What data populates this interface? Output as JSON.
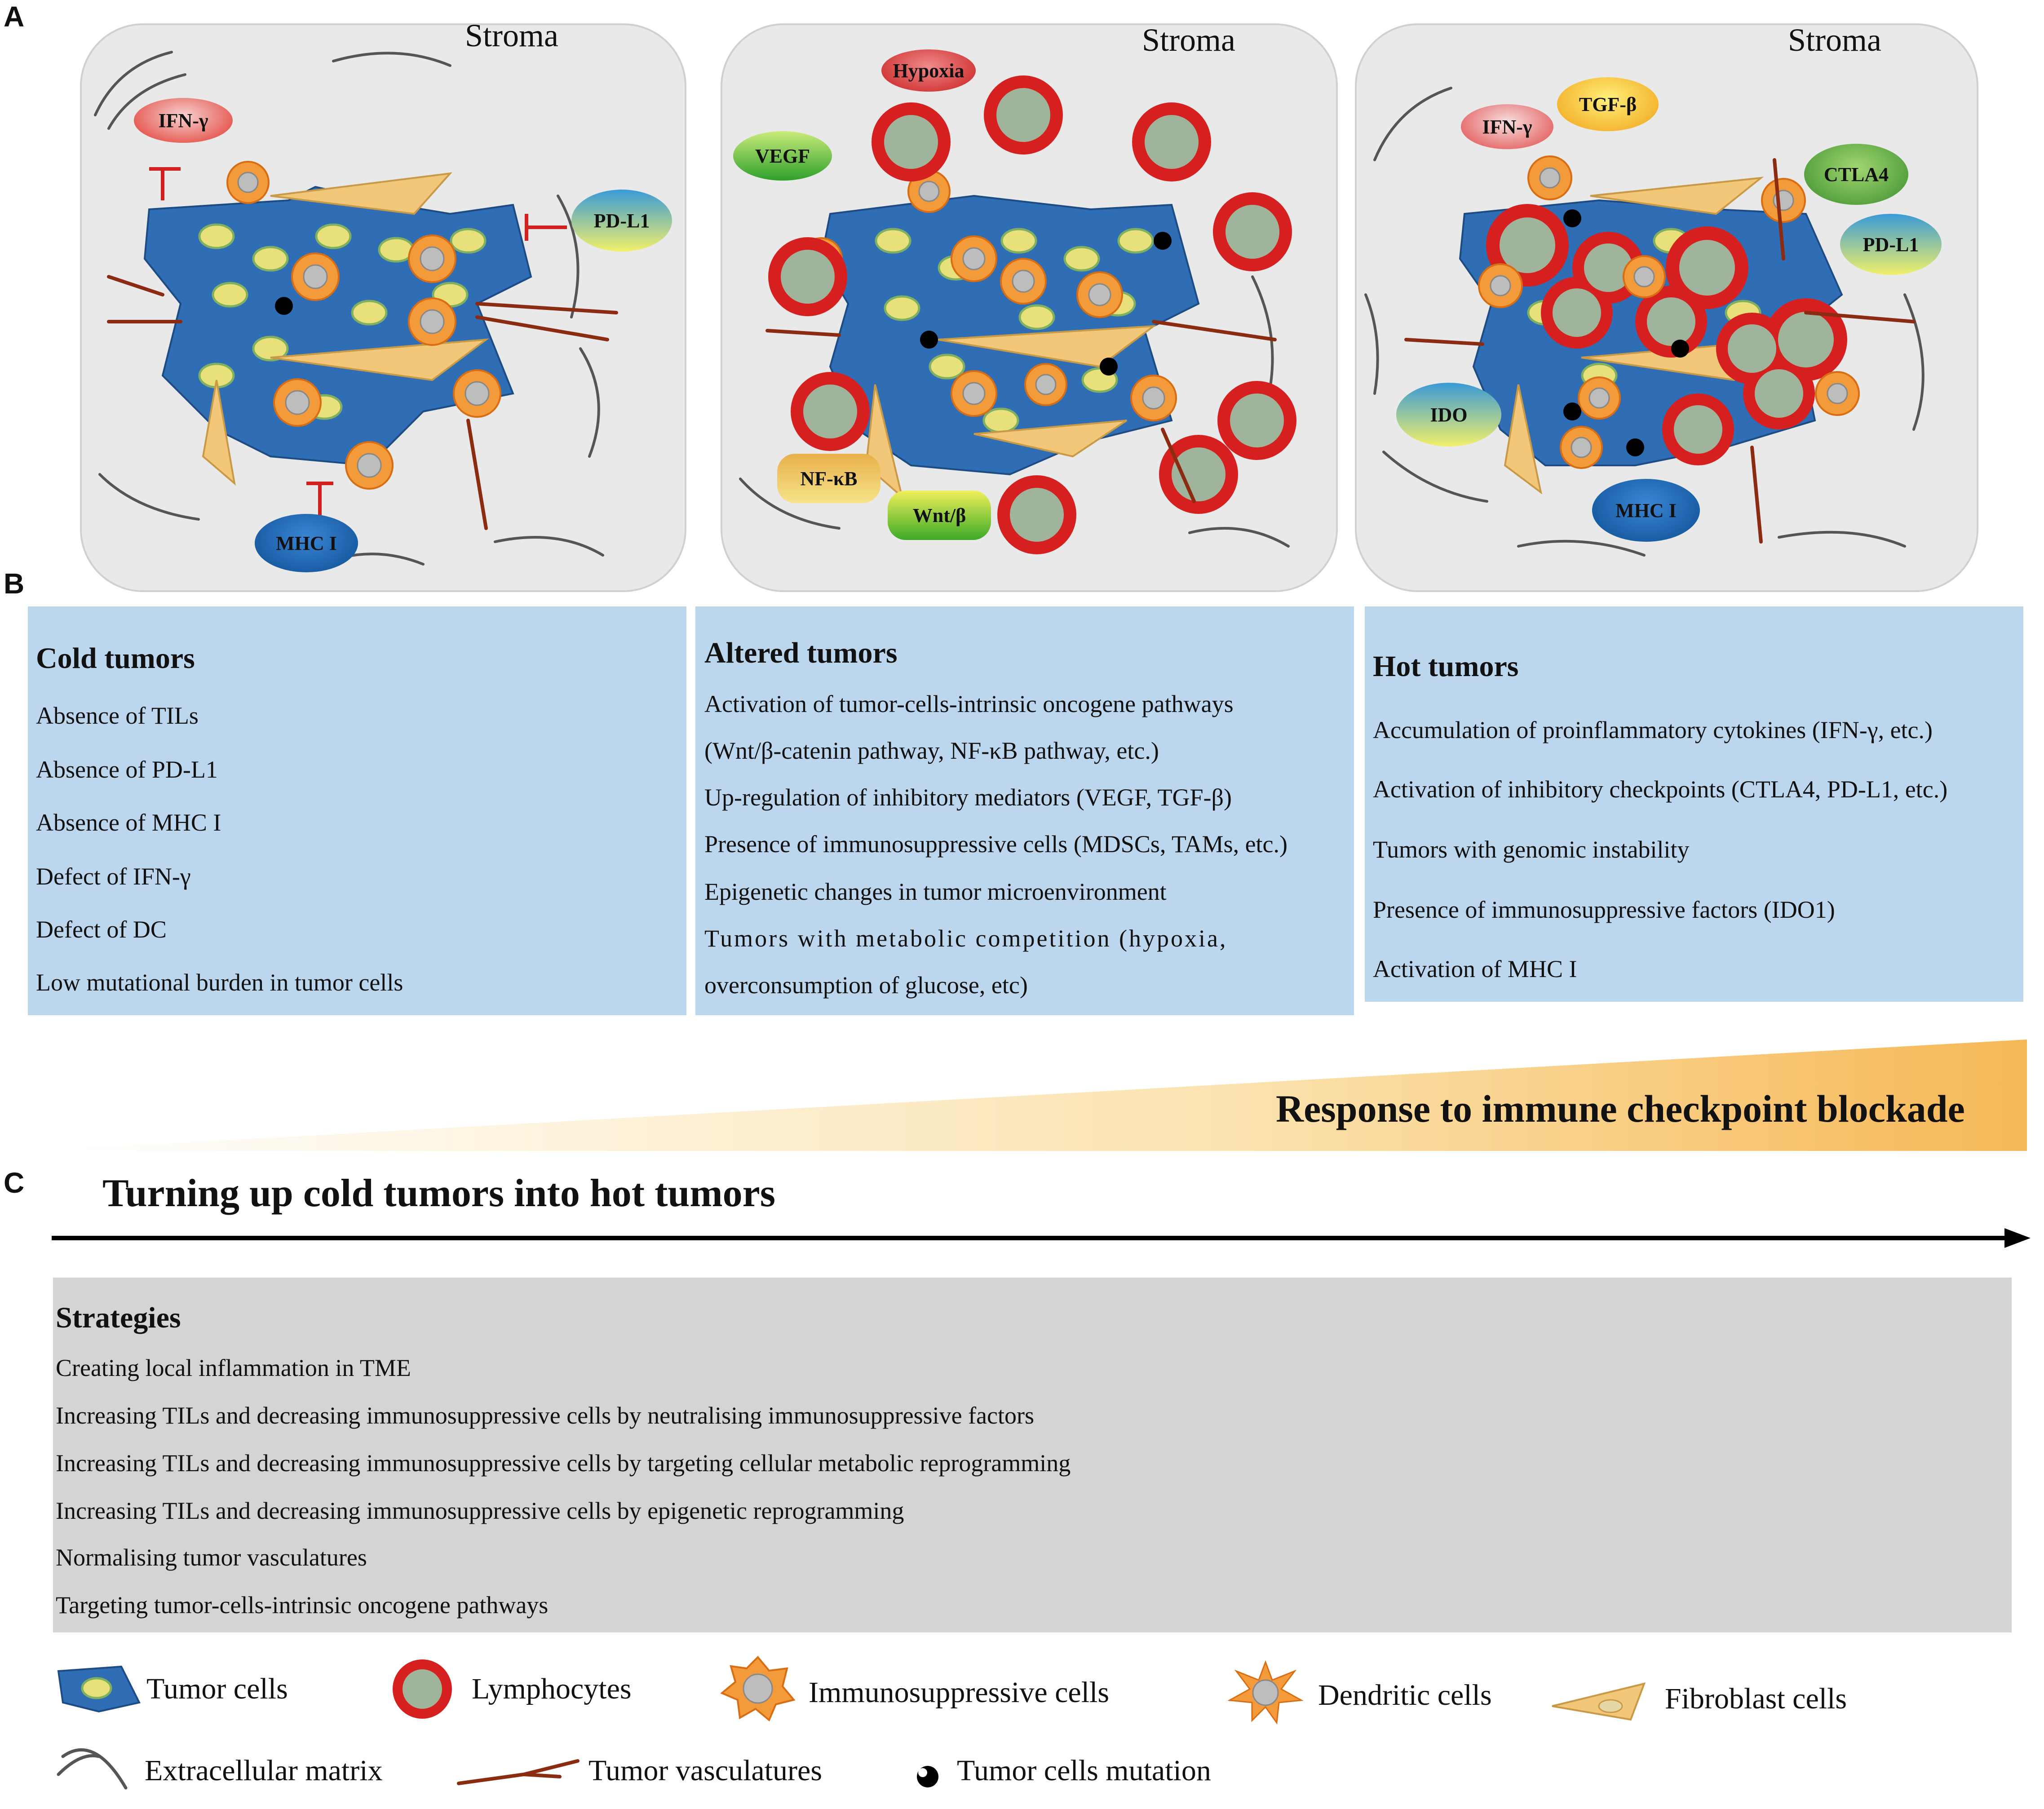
{
  "panel_a": {
    "letter": "A",
    "stroma_label": "Stroma",
    "cold_markers": {
      "ifn": "IFN-γ",
      "pdl1": "PD-L1",
      "mhc": "MHC I"
    },
    "altered_markers": {
      "hypoxia": "Hypoxia",
      "vegf": "VEGF",
      "nfkb": "NF-κB",
      "wnt": "Wnt/β"
    },
    "hot_markers": {
      "ifn": "IFN-γ",
      "tgf": "TGF-β",
      "ctla4": "CTLA4",
      "pdl1": "PD-L1",
      "ido": "IDO",
      "mhc": "MHC I"
    }
  },
  "panel_b": {
    "letter": "B",
    "cold": {
      "title": "Cold tumors",
      "items": [
        "Absence of  TILs",
        "Absence of  PD-L1",
        "Absence of MHC I",
        "Defect of IFN-γ",
        "Defect of DC",
        "Low mutational burden in tumor cells"
      ]
    },
    "altered": {
      "title": "Altered tumors",
      "items": [
        "Activation of tumor-cells-intrinsic oncogene pathways",
        "(Wnt/β-catenin pathway, NF-κB pathway, etc.)",
        "Up-regulation of  inhibitory mediators (VEGF, TGF-β)",
        "Presence of immunosuppressive cells (MDSCs, TAMs, etc.)",
        "Epigenetic changes in tumor microenvironment",
        "Tumors with metabolic competition (hypoxia,",
        "overconsumption of glucose, etc)"
      ]
    },
    "hot": {
      "title": "Hot tumors",
      "items": [
        "Accumulation of proinflammatory cytokines (IFN-γ, etc.)",
        "Activation of inhibitory checkpoints (CTLA4, PD-L1, etc.)",
        "Tumors with genomic instability",
        "Presence of immunosuppressive factors (IDO1)",
        "Activation of MHC I"
      ]
    },
    "response_label": "Response to immune checkpoint blockade"
  },
  "panel_c": {
    "letter": "C",
    "arrow_label": "Turning up cold tumors into hot tumors",
    "strategies_title": "Strategies",
    "strategies": [
      "Creating local inflammation in TME",
      "Increasing TILs and decreasing immunosuppressive cells by neutralising immunosuppressive factors",
      "Increasing TILs and decreasing immunosuppressive cells by targeting cellular metabolic reprogramming",
      "Increasing TILs and decreasing immunosuppressive cells by epigenetic reprogramming",
      "Normalising tumor vasculatures",
      "Targeting tumor-cells-intrinsic oncogene pathways"
    ]
  },
  "legend": {
    "tumor_cells": "Tumor cells",
    "lymphocytes": "Lymphocytes",
    "immunosuppressive_cells": "Immunosuppressive cells",
    "dendritic_cells": "Dendritic cells",
    "fibroblast_cells": "Fibroblast cells",
    "extracellular_matrix": "Extracellular matrix",
    "tumor_vasculatures": "Tumor vasculatures",
    "tumor_cells_mutation": "Tumor cells mutation"
  },
  "colors": {
    "stroma_bg": "#e9e9e9",
    "info_box": "#bcd6ee",
    "strategies_box": "#d4d4d4",
    "tumor_blue": "#2f6db5",
    "lymphocyte_red": "#d62020",
    "wedge_orange": "#f6b856"
  }
}
